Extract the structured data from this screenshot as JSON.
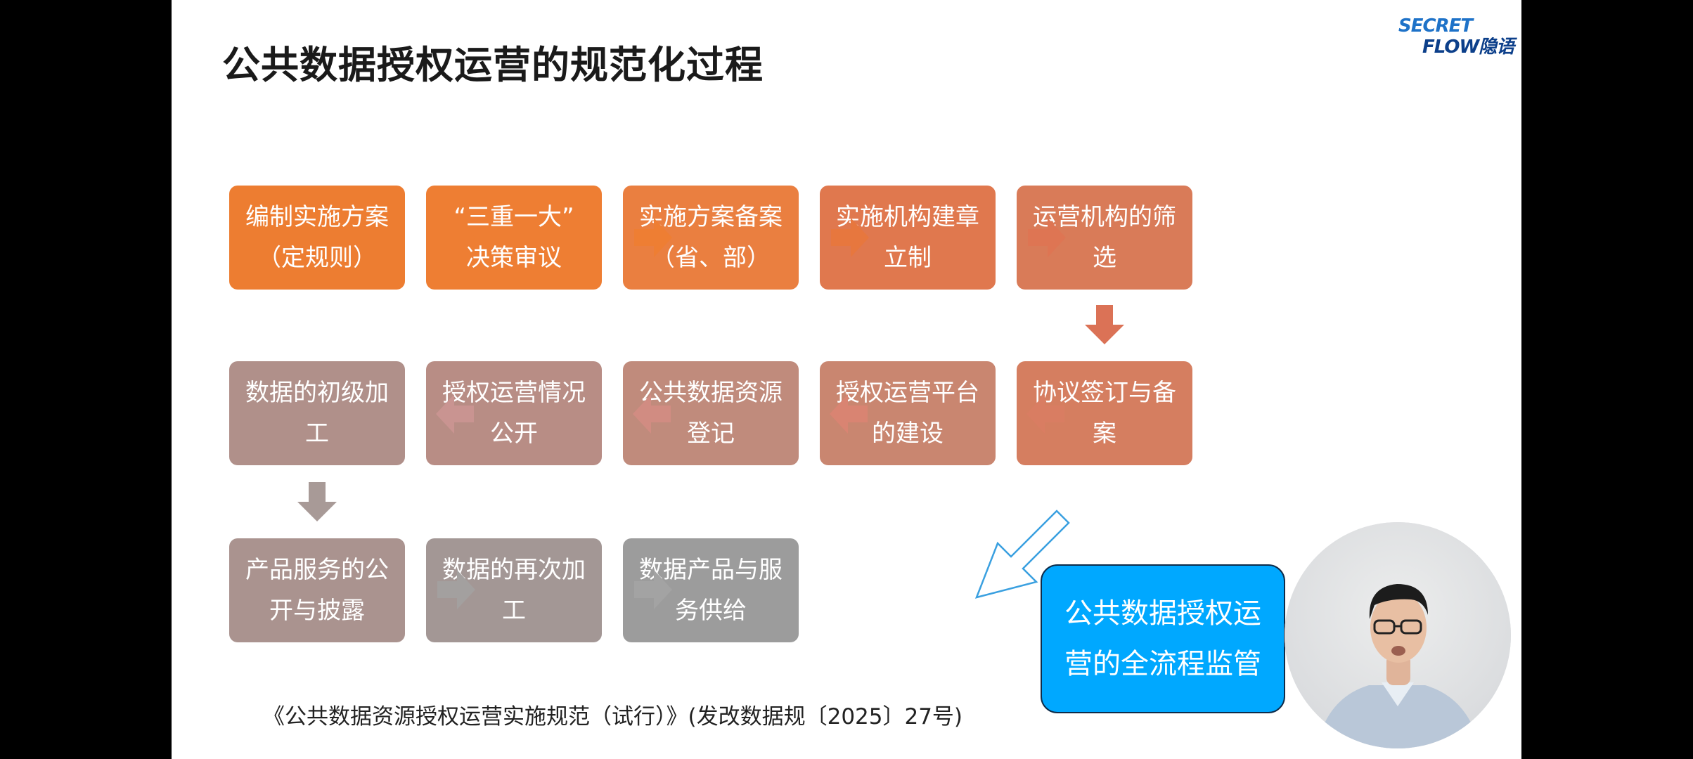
{
  "slide": {
    "title": "公共数据授权运营的规范化过程",
    "logo": {
      "line1": "SECRET",
      "line2": "FLOW隐语"
    },
    "steps": [
      {
        "line1": "编制实施方案",
        "line2": "（定规则）",
        "color": "#ed7d31"
      },
      {
        "line1": "“三重一大”",
        "line2": "决策审议",
        "color": "#ee7e33"
      },
      {
        "line1": "实施方案备案",
        "line2": "（省、部）",
        "color": "#ea7f40"
      },
      {
        "line1": "实施机构建章",
        "line2": "立制",
        "color": "#e0784e"
      },
      {
        "line1": "运营机构的筛",
        "line2": "选",
        "color": "#d97b58"
      },
      {
        "line1": "协议签订与备",
        "line2": "案",
        "color": "#d57e60"
      },
      {
        "line1": "授权运营平台",
        "line2": "的建设",
        "color": "#c98670"
      },
      {
        "line1": "公共数据资源",
        "line2": "登记",
        "color": "#c08b7c"
      },
      {
        "line1": "授权运营情况",
        "line2": "公开",
        "color": "#b88d85"
      },
      {
        "line1": "数据的初级加",
        "line2": "工",
        "color": "#b0908a"
      },
      {
        "line1": "产品服务的公",
        "line2": "开与披露",
        "color": "#aa938f"
      },
      {
        "line1": "数据的再次加",
        "line2": "工",
        "color": "#a39795"
      },
      {
        "line1": "数据产品与服",
        "line2": "务供给",
        "color": "#9c9c9c"
      }
    ],
    "callout": {
      "line1": "公共数据授权运",
      "line2": "营的全流程监管",
      "color": "#00a8ff"
    },
    "footer": "《公共数据资源授权运营实施规范（试行）》(发改数据规〔2025〕27号)"
  }
}
